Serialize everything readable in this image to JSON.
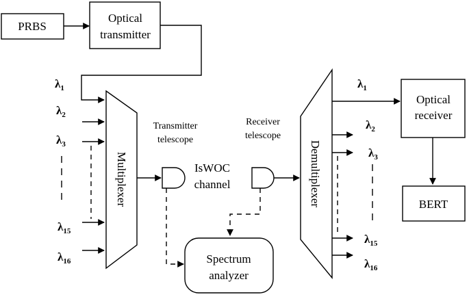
{
  "blocks": {
    "prbs": "PRBS",
    "optical_transmitter": [
      "Optical",
      "transmitter"
    ],
    "multiplexer": "Multiplexer",
    "demultiplexer": "Demultiplexer",
    "optical_receiver": [
      "Optical",
      "receiver"
    ],
    "bert": "BERT",
    "spectrum_analyzer": [
      "Spectrum",
      "analyzer"
    ]
  },
  "labels": {
    "transmitter_telescope": [
      "Transmitter",
      "telescope"
    ],
    "receiver_telescope": [
      "Receiver",
      "telescope"
    ],
    "channel": [
      "IsWOC",
      "channel"
    ]
  },
  "wavelengths": {
    "symbol": "λ",
    "inputs": [
      "1",
      "2",
      "3",
      "15",
      "16"
    ],
    "outputs": [
      "1",
      "2",
      "3",
      "15",
      "16"
    ]
  }
}
